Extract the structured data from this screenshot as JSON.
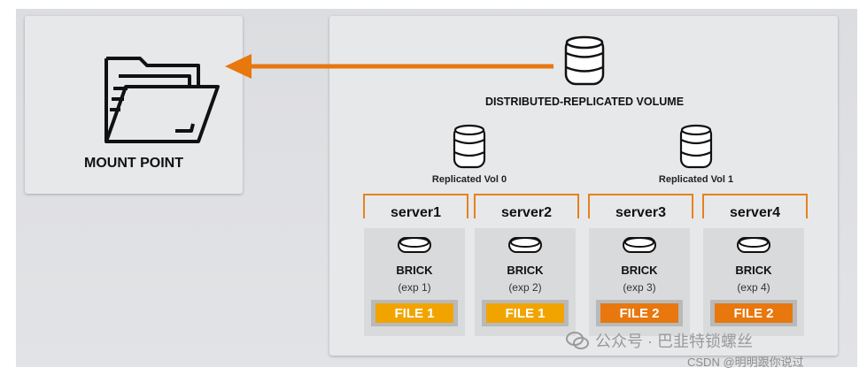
{
  "mount_point": {
    "label": "MOUNT POINT",
    "icon": "open-folder-icon"
  },
  "volume": {
    "title": "DISTRIBUTED-REPLICATED VOLUME",
    "icon": "database-icon"
  },
  "replicated_vols": [
    {
      "label": "Replicated Vol 0"
    },
    {
      "label": "Replicated Vol 1"
    }
  ],
  "servers": [
    {
      "name": "server1",
      "brick": "BRICK",
      "exp": "(exp 1)",
      "file": "FILE 1",
      "file_color": "#f1a400"
    },
    {
      "name": "server2",
      "brick": "BRICK",
      "exp": "(exp 2)",
      "file": "FILE 1",
      "file_color": "#f1a400"
    },
    {
      "name": "server3",
      "brick": "BRICK",
      "exp": "(exp 3)",
      "file": "FILE 2",
      "file_color": "#e8770e"
    },
    {
      "name": "server4",
      "brick": "BRICK",
      "exp": "(exp 4)",
      "file": "FILE 2",
      "file_color": "#e8770e"
    }
  ],
  "colors": {
    "accent": "#e5821e",
    "arrow": "#e8770e"
  },
  "watermark": {
    "line1": "公众号 · 巴韭特锁螺丝",
    "line2": "CSDN @明明跟你说过"
  }
}
